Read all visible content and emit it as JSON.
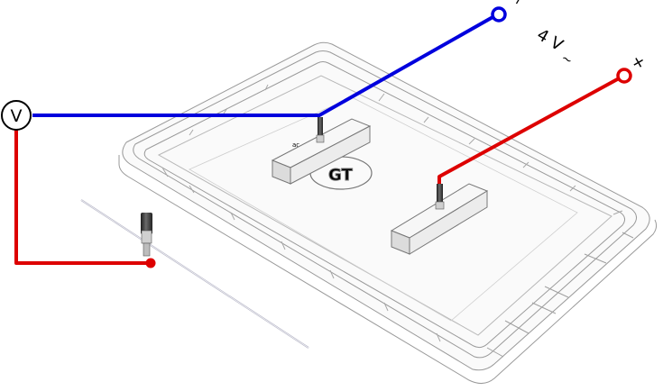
{
  "voltmeter": {
    "symbol": "V"
  },
  "source": {
    "voltage_label": "4 V",
    "ac_symbol": "~",
    "minus_terminal": "−",
    "plus_terminal": "+"
  },
  "colors": {
    "wire_blue": "#0000dd",
    "wire_red": "#dd0000",
    "tray_outline": "#9a9a9a",
    "electrode_fill": "#f2f2f2",
    "probe_dark": "#3a3a3a"
  },
  "tray": {
    "logo_text": "GT",
    "small_mark": "ac"
  }
}
